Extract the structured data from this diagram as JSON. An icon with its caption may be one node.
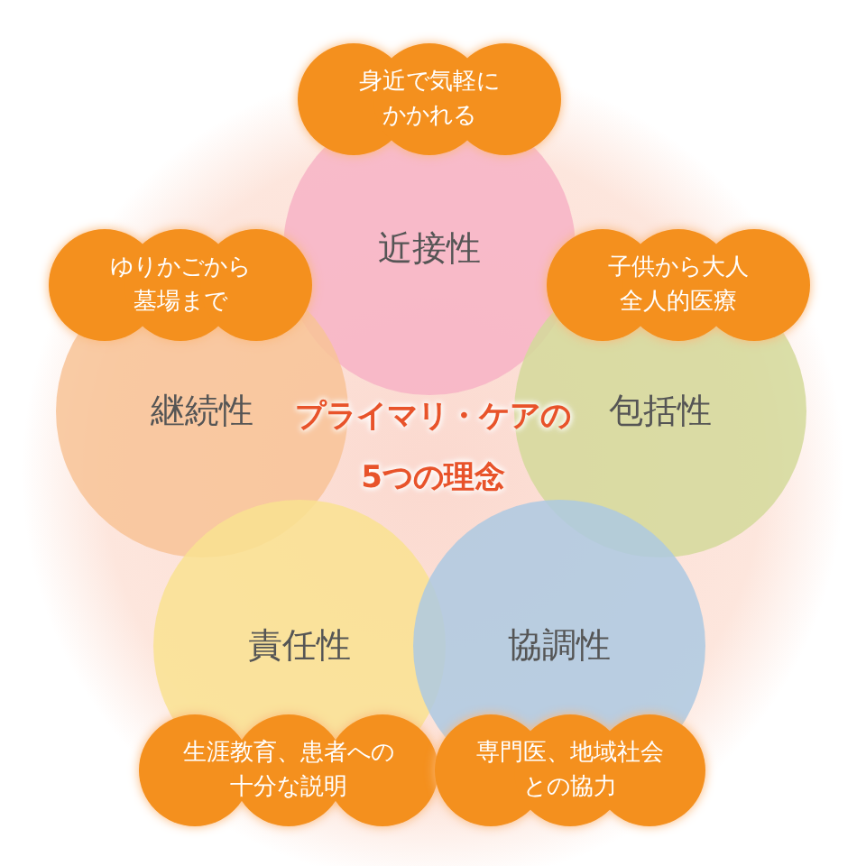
{
  "diagram": {
    "title": "プライマリ・ケアの5つの理念",
    "nodes": [
      {
        "text": [
          "身近で気軽にかかれる"
        ]
      },
      {
        "text": [
          "近接性"
        ]
      },
      {
        "text": [
          "ゆりかごから墓場まで"
        ]
      },
      {
        "text": [
          "子供から大人全人的医療"
        ]
      },
      {
        "text": [
          "継続性"
        ]
      },
      {
        "text": [
          "包括性"
        ]
      },
      {
        "text": [
          "責任性"
        ]
      },
      {
        "text": [
          "協調性"
        ]
      },
      {
        "text": [
          "生涯教育、患者への十分な説明"
        ]
      },
      {
        "text": [
          "専門医、地域社会との協力"
        ]
      }
    ],
    "edges": []
  }
}
